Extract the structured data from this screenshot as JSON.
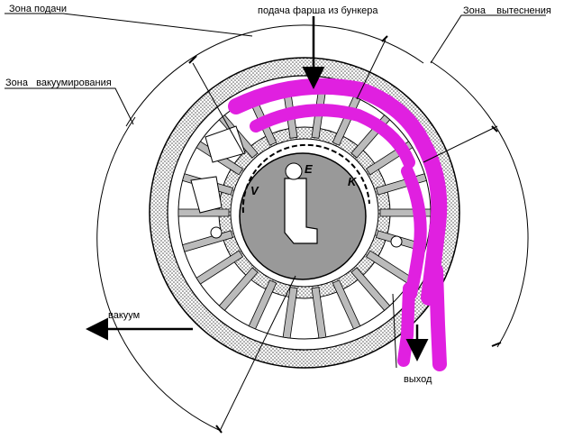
{
  "labels": {
    "feed_zone": "Зона подачи",
    "hopper_feed": "подача фарша из бункера",
    "displacement_zone": "Зона    вытеснения",
    "vacuum_zone": "Зона   вакуумирования",
    "vacuum": "вакуум",
    "output": "выход"
  },
  "rotor_letters": [
    "V",
    "E",
    "K"
  ],
  "colors": {
    "product": "#e020e0",
    "stipple_fill": "#cccccc",
    "line": "#000000",
    "center_fill": "#999999"
  },
  "counts": {
    "vanes": 22
  }
}
